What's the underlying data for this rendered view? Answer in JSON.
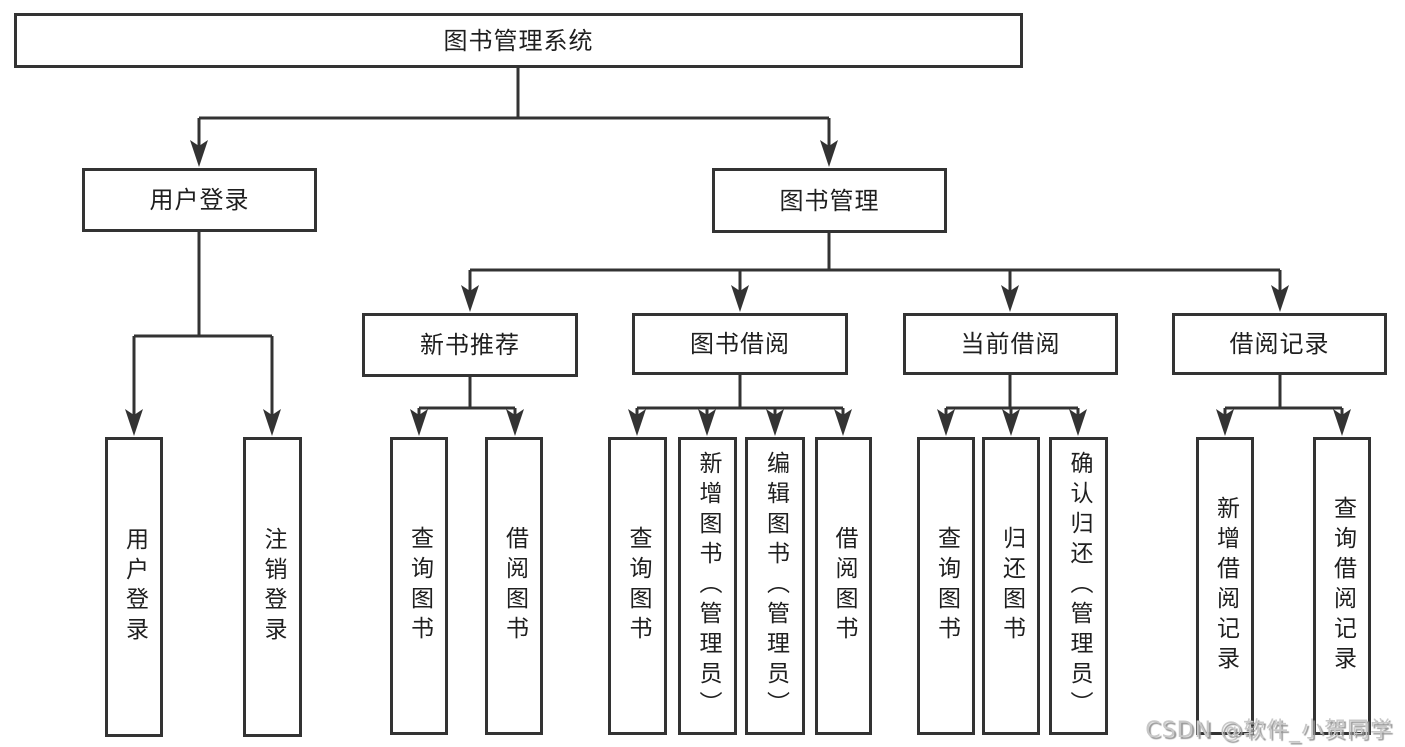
{
  "nodes": {
    "root": "图书管理系统",
    "level2": [
      "用户登录",
      "图书管理"
    ],
    "level3": [
      "新书推荐",
      "图书借阅",
      "当前借阅",
      "借阅记录"
    ],
    "leaves_login": [
      "用户登录",
      "注销登录"
    ],
    "leaves_recommend": [
      "查询图书",
      "借阅图书"
    ],
    "leaves_borrow": [
      "查询图书",
      "新增图书（管理员）",
      "编辑图书（管理员）",
      "借阅图书"
    ],
    "leaves_current": [
      "查询图书",
      "归还图书",
      "确认归还（管理员）"
    ],
    "leaves_records": [
      "新增借阅记录",
      "查询借阅记录"
    ]
  },
  "watermark": "CSDN @软件_小贺同学",
  "colors": {
    "line": "#333333",
    "text": "#1f1f1f",
    "box_fill": "#ffffff",
    "watermark": "#c8c8c8",
    "background": "#ffffff"
  }
}
